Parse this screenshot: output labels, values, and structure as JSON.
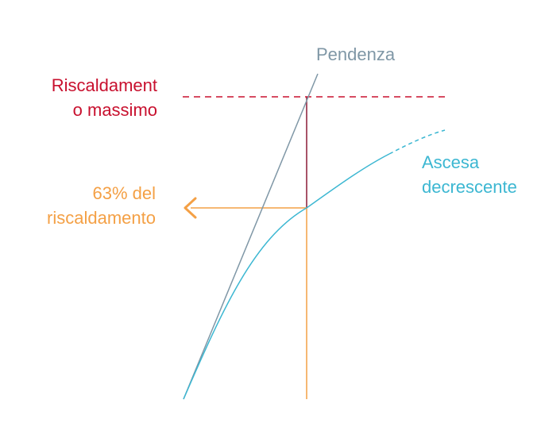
{
  "labels": {
    "slope": "Pendenza",
    "curve": [
      "Ascesa",
      "decrescente"
    ],
    "max_heating": [
      "Riscaldament",
      "o massimo"
    ],
    "percent_heating": [
      "63% del",
      "riscaldamento"
    ]
  },
  "colors": {
    "slope": "#7f97a6",
    "curve": "#3cb7d2",
    "max_heating": "#c8102e",
    "percent_heating": "#f4a045",
    "tau_marker": "#8b1a36"
  }
}
